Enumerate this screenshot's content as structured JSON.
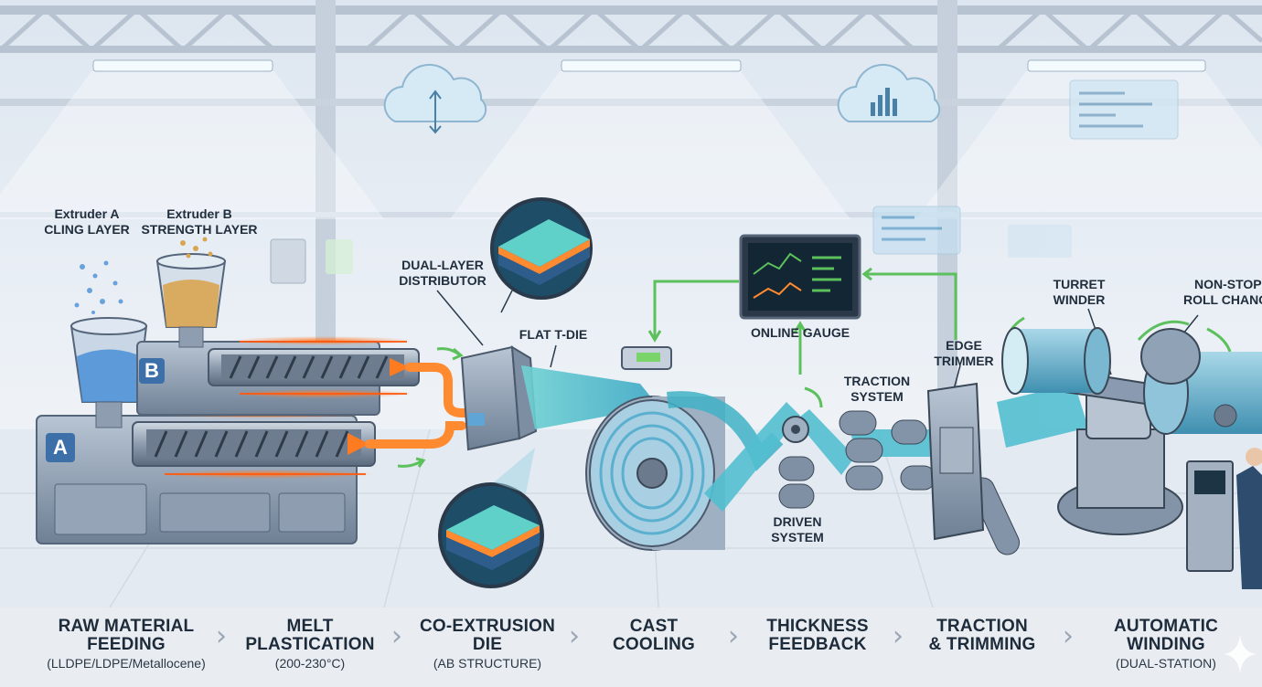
{
  "extruders": {
    "a_title": "Extruder A",
    "a_sub": "CLING LAYER",
    "b_title": "Extruder B",
    "b_sub": "STRENGTH LAYER",
    "badge_a": "A",
    "badge_b": "B"
  },
  "callouts": {
    "distributor_l1": "DUAL-LAYER",
    "distributor_l2": "DISTRIBUTOR",
    "flat_die": "FLAT T-DIE",
    "online_gauge": "ONLINE GAUGE",
    "edge_trimmer_l1": "EDGE",
    "edge_trimmer_l2": "TRIMMER",
    "traction_l1": "TRACTION",
    "traction_l2": "SYSTEM",
    "driven_l1": "DRIVEN",
    "driven_l2": "SYSTEM",
    "turret_l1": "TURRET",
    "turret_l2": "WINDER",
    "nonstop_l1": "NON-STOP",
    "nonstop_l2": "ROLL CHANGE"
  },
  "stages": [
    {
      "line1": "RAW MATERIAL",
      "line2": "FEEDING",
      "sub": "(LLDPE/LDPE/Metallocene)"
    },
    {
      "line1": "MELT",
      "line2": "PLASTICATION",
      "sub": "(200-230°C)"
    },
    {
      "line1": "CO-EXTRUSION",
      "line2": "DIE",
      "sub": "(AB STRUCTURE)"
    },
    {
      "line1": "CAST",
      "line2": "COOLING",
      "sub": ""
    },
    {
      "line1": "THICKNESS",
      "line2": "FEEDBACK",
      "sub": ""
    },
    {
      "line1": "TRACTION",
      "line2": "& TRIMMING",
      "sub": ""
    },
    {
      "line1": "AUTOMATIC",
      "line2": "WINDING",
      "sub": "(DUAL-STATION)"
    }
  ],
  "icons": {
    "chevron": "›"
  },
  "colors": {
    "heater": "#ff6a1a",
    "film": "#4fc3c9",
    "machine": "#8a9bb0",
    "feedback_arrow": "#5cc05c"
  }
}
